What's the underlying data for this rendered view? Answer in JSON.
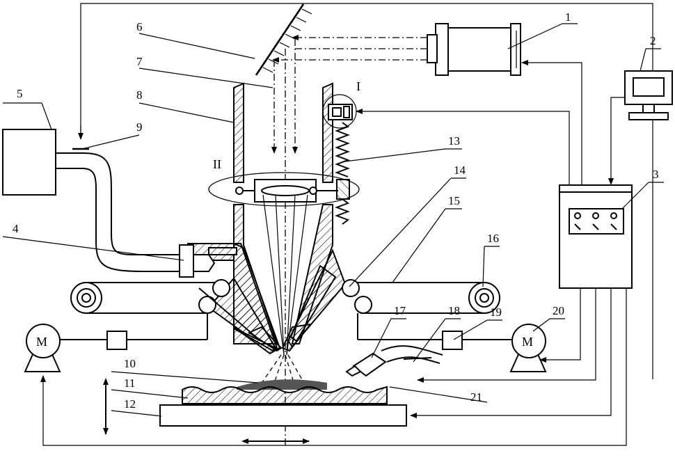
{
  "figure": {
    "labels": [
      "1",
      "2",
      "3",
      "4",
      "5",
      "6",
      "7",
      "8",
      "9",
      "10",
      "11",
      "12",
      "13",
      "14",
      "15",
      "16",
      "17",
      "18",
      "19",
      "20",
      "21"
    ],
    "roman": [
      "I",
      "II"
    ],
    "motor_label": "M"
  },
  "colors": {
    "line": "#000000",
    "background": "#ffffff",
    "deposit": "#555555"
  }
}
